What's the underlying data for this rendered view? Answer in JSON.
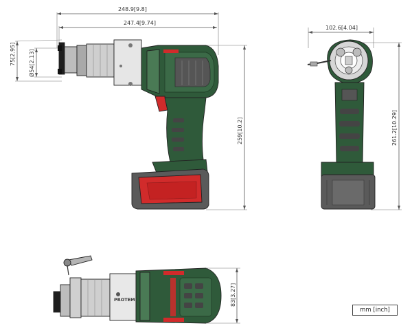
{
  "dimensions": {
    "side_length_outer": "248.9",
    "side_length_outer_in": "9.8",
    "side_length_inner": "247.4",
    "side_length_inner_in": "9.74",
    "side_height_total": "259",
    "side_height_total_in": "10.2",
    "head_height": "75",
    "head_height_in": "2.95",
    "head_dia": "54",
    "head_dia_in": "2.13",
    "front_width": "102.6",
    "front_width_in": "4.04",
    "front_height": "261.2",
    "front_height_in": "10.29",
    "top_height": "83",
    "top_height_in": "3.27"
  },
  "unit_label": "mm [inch]",
  "brand_text": "PROTEM",
  "colors": {
    "body_green": "#2f5a3a",
    "body_green_light": "#4a7a55",
    "accent_red": "#d12b2b",
    "battery_gray": "#5a5a5a",
    "metal": "#c8c8c8"
  }
}
